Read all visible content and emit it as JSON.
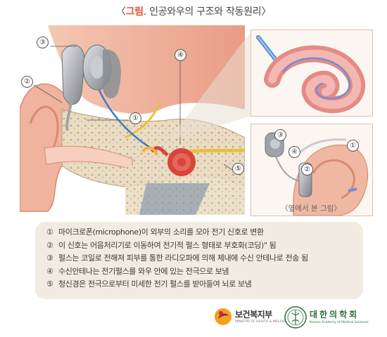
{
  "title": {
    "open": "〈",
    "accent": "그림",
    "rest": ". 인공와우의 구조와 작동원리",
    "close": "〉"
  },
  "callouts": {
    "main": [
      "①",
      "②",
      "③",
      "④",
      "⑤"
    ],
    "side": [
      "①",
      "②",
      "③",
      "④"
    ]
  },
  "side_view_caption": "〈옆에서 본 그림〉",
  "steps": [
    {
      "num": "①",
      "text": "마이크로폰(microphone)이 외부의 소리를 모아 전기 신호로 변환"
    },
    {
      "num": "②",
      "text": "이 신호는 어음처리기로 이동하여 전기적 펄스 형태로 부호화(코딩)\" 됨"
    },
    {
      "num": "③",
      "text": "펄스는 코일로 전해져 피부를 통한 라디오파에 의해 체내에 수신 안테나로 전송 됨"
    },
    {
      "num": "④",
      "text": "수신안테나는 전기펄스를 와우 안에 있는 전극으로 보냄"
    },
    {
      "num": "⑤",
      "text": "청신경은 전극으로부터 미세한 전기 펄스를 받아들여 뇌로 보냄"
    }
  ],
  "logos": {
    "mohw": {
      "name": "보건복지부",
      "sub": "MINISTRY OF HEALTH & WELFARE"
    },
    "nams": {
      "name": "대한의학회",
      "sub": "Korean Academy of Medical Sciences"
    }
  },
  "colors": {
    "accent": "#e0502a",
    "skin": "#f1b9a6",
    "skin_dark": "#d9836b",
    "bone": "#e9dcc3",
    "cochlea": "#d8433a",
    "nerve": "#e8c23a",
    "device": "#9ea3a9",
    "panel": "#f2ebe1"
  }
}
